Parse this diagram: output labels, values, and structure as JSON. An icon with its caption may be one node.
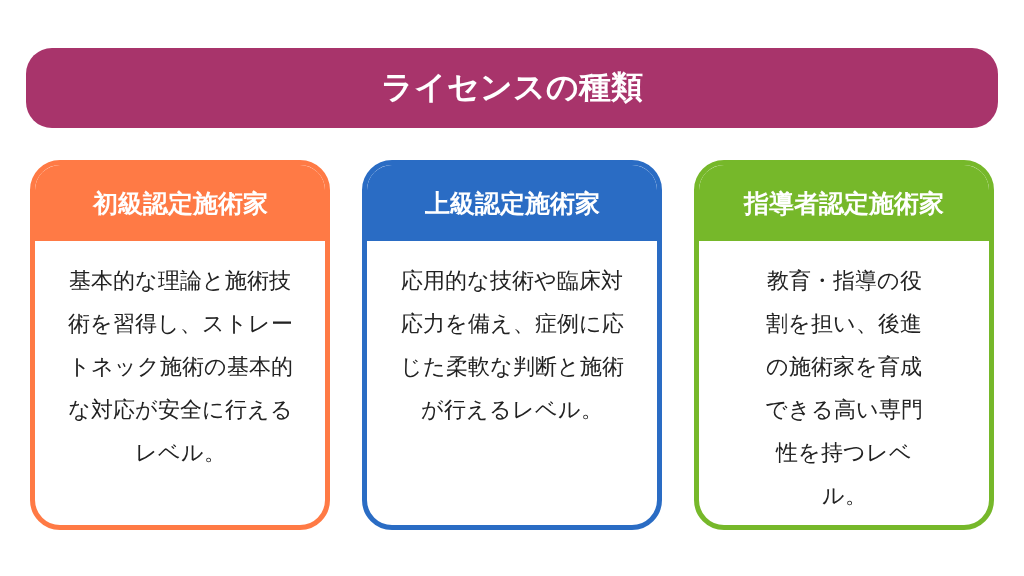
{
  "diagram": {
    "nodes": [
      {
        "text": [
          "ライセンスの種類"
        ]
      },
      {
        "text": [
          "初級認定施術家",
          "基本的な理論と施術技術を習得し、ストレートネック施術の基本的な対応が安全に行えるレベル。"
        ]
      },
      {
        "text": [
          "上級認定施術家",
          "応用的な技術や臨床対応力を備え、症例に応じた柔軟な判断と施術が行えるレベル。"
        ]
      },
      {
        "text": [
          "指導者認定施術家",
          "教育・指導の役割を担い、後進の施術家を育成できる高い専門性を持つレベル。"
        ]
      }
    ]
  }
}
